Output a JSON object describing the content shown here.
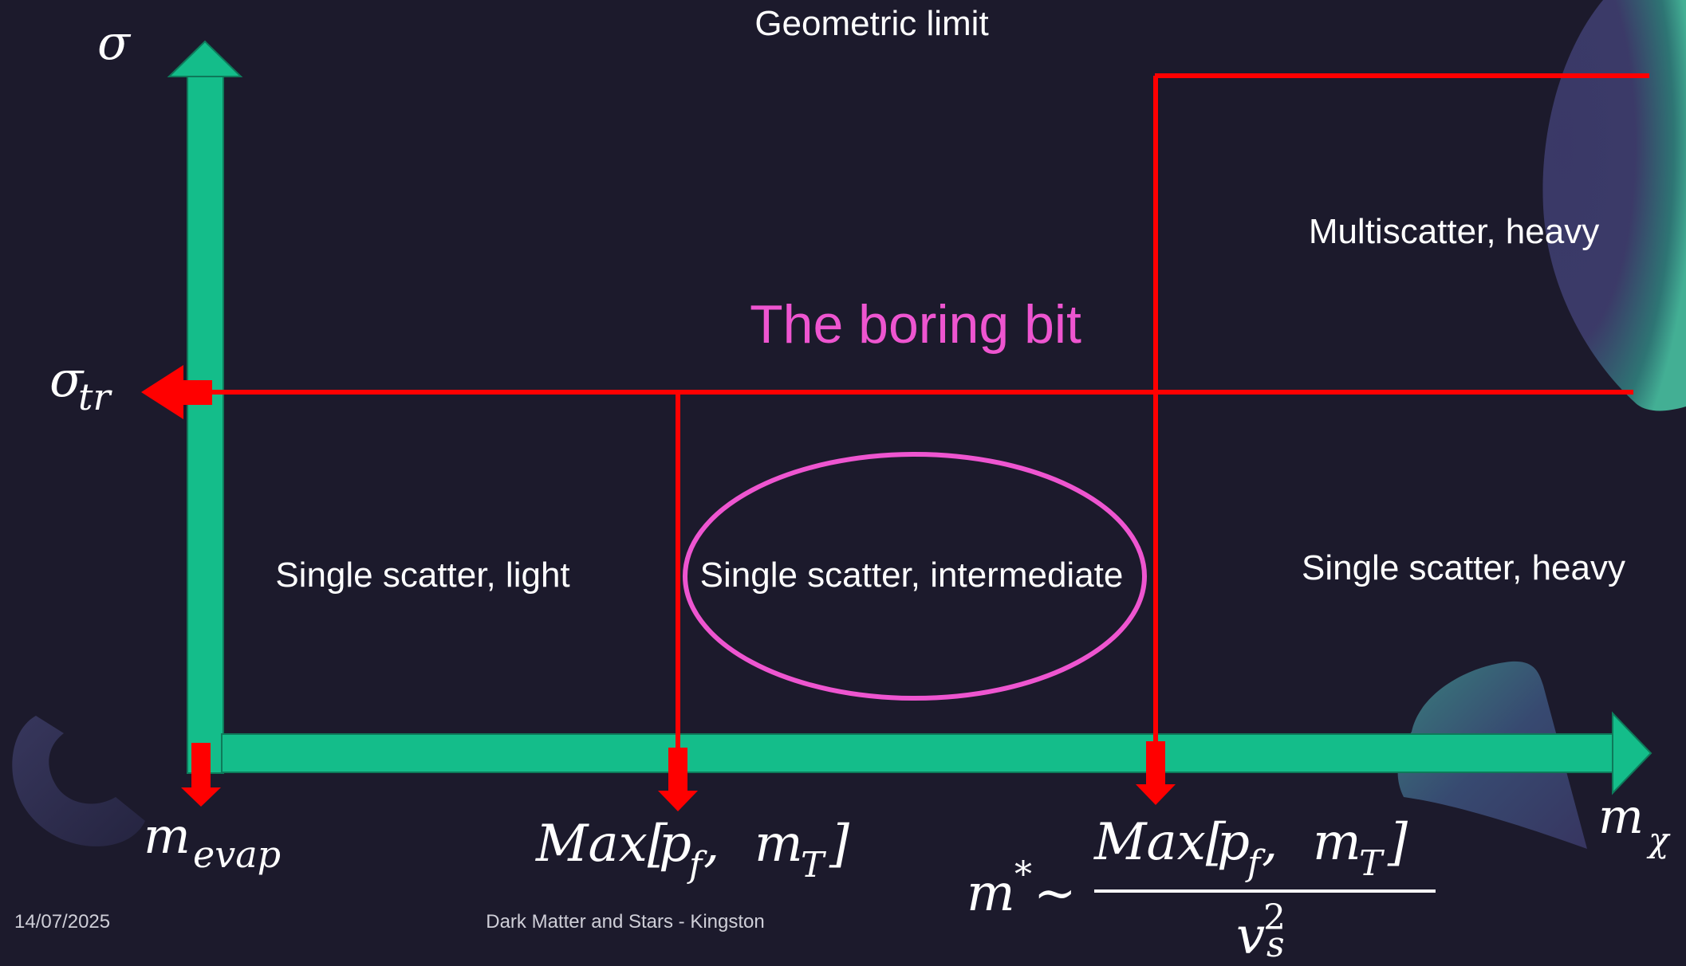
{
  "slide": {
    "title": "Geometric limit",
    "callout": "The boring bit",
    "footer_date": "14/07/2025",
    "footer_text": "Dark Matter and Stars - Kingston"
  },
  "regions": {
    "single_light": "Single scatter, light",
    "single_intermediate": "Single scatter, intermediate",
    "single_heavy": "Single scatter, heavy",
    "multi_heavy": "Multiscatter, heavy"
  },
  "axes": {
    "y_label": "σ",
    "y_mark_base": "σ",
    "y_mark_sub": "tr",
    "x_label_base": "m",
    "x_label_sub": "χ",
    "x_mark_evap_base": "m",
    "x_mark_evap_sub": "evap",
    "x_mark_max": {
      "open": "Max[",
      "p": "p",
      "p_sub": "f",
      "comma": ", ",
      "m": "m",
      "m_sub": "T",
      "close": "]"
    },
    "x_mark_mstar": {
      "lhs": "m",
      "star": "*",
      "sim": "~",
      "den": "v",
      "den_sub": "s",
      "den_sup": "2"
    }
  },
  "colors": {
    "background": "#1c1a2c",
    "axis": "#14bd8a",
    "boundary": "#ff0000",
    "highlight": "#ee55d0",
    "text": "#ffffff",
    "footer": "#cfcfd8"
  },
  "icons": [
    "torus-segment-icon",
    "sphere-cap-icon",
    "cone-icon"
  ]
}
